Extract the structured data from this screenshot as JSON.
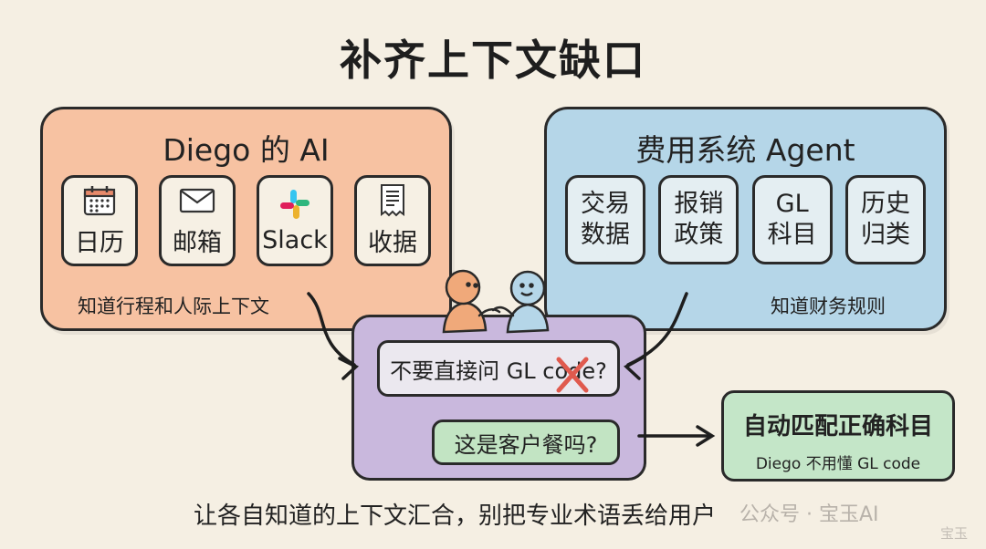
{
  "title": "补齐上下文缺口",
  "left_panel": {
    "title": "Diego 的 AI",
    "caption": "知道行程和人际上下文",
    "tiles": [
      {
        "label": "日历",
        "icon": "calendar-icon"
      },
      {
        "label": "邮箱",
        "icon": "envelope-icon"
      },
      {
        "label": "Slack",
        "icon": "slack-icon"
      },
      {
        "label": "收据",
        "icon": "receipt-icon"
      }
    ]
  },
  "right_panel": {
    "title": "费用系统 Agent",
    "caption": "知道财务规则",
    "tiles": [
      {
        "line1": "交易",
        "line2": "数据"
      },
      {
        "line1": "报销",
        "line2": "政策"
      },
      {
        "line1": "GL",
        "line2": "科目"
      },
      {
        "line1": "历史",
        "line2": "归类"
      }
    ]
  },
  "center": {
    "question_no": "不要直接问 GL code?",
    "question_yes": "这是客户餐吗?"
  },
  "result": {
    "title": "自动匹配正确科目",
    "subtitle": "Diego 不用懂 GL code"
  },
  "bottom_text": "让各自知道的上下文汇合，别把专业术语丢给用户",
  "watermark": "公众号 · 宝玉AI",
  "watermark_small": "宝玉",
  "colors": {
    "background": "#f5efe3",
    "left_panel": "#f7c2a2",
    "right_panel": "#b5d6e8",
    "center": "#c9b8dd",
    "result": "#c4e6c8",
    "cross": "#e05a4e"
  }
}
